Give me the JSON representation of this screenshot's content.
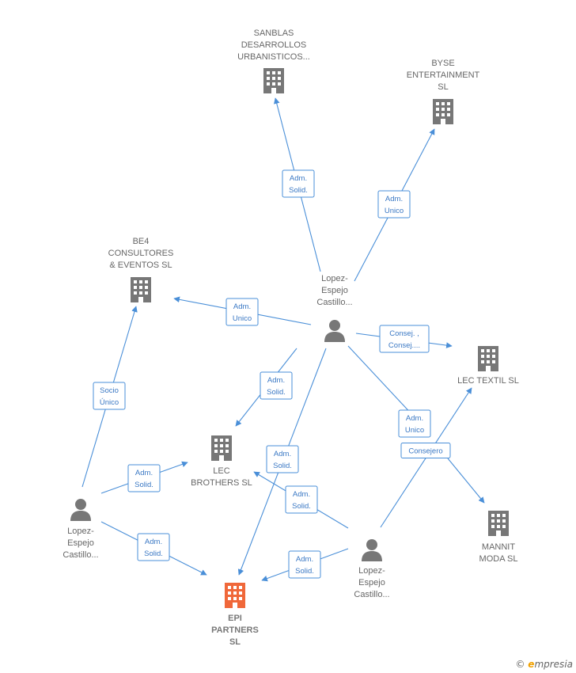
{
  "colors": {
    "edge": "#4a8fd8",
    "company": "#777777",
    "highlight_company": "#f0683a",
    "person": "#777777"
  },
  "nodes": [
    {
      "id": "sanblas",
      "type": "company",
      "label": [
        "SANBLAS",
        "DESARROLLOS",
        "URBANISTICOS..."
      ]
    },
    {
      "id": "byse",
      "type": "company",
      "label": [
        "BYSE",
        "ENTERTAINMENT",
        "SL"
      ]
    },
    {
      "id": "be4",
      "type": "company",
      "label": [
        "BE4",
        "CONSULTORES",
        "& EVENTOS  SL"
      ]
    },
    {
      "id": "lecTextil",
      "type": "company",
      "label": [
        "LEC TEXTIL  SL"
      ]
    },
    {
      "id": "lecBrothers",
      "type": "company",
      "label": [
        "LEC",
        "BROTHERS  SL"
      ]
    },
    {
      "id": "mannit",
      "type": "company",
      "label": [
        "MANNIT",
        "MODA  SL"
      ]
    },
    {
      "id": "epi",
      "type": "company-main",
      "label": [
        "EPI",
        "PARTNERS",
        "SL"
      ]
    },
    {
      "id": "personTop",
      "type": "person",
      "label": [
        "Lopez-",
        "Espejo",
        "Castillo..."
      ]
    },
    {
      "id": "personLeft",
      "type": "person",
      "label": [
        "Lopez-",
        "Espejo",
        "Castillo..."
      ]
    },
    {
      "id": "personBottom",
      "type": "person",
      "label": [
        "Lopez-",
        "Espejo",
        "Castillo..."
      ]
    }
  ],
  "edges": [
    {
      "from": "personTop",
      "to": "sanblas",
      "label": [
        "Adm.",
        "Solid."
      ]
    },
    {
      "from": "personTop",
      "to": "byse",
      "label": [
        "Adm.",
        "Unico"
      ]
    },
    {
      "from": "personTop",
      "to": "be4",
      "label": [
        "Adm.",
        "Unico"
      ]
    },
    {
      "from": "personTop",
      "to": "lecTextil",
      "label": [
        "Consej. ,",
        "Consej...."
      ]
    },
    {
      "from": "personTop",
      "to": "lecBrothers",
      "label": [
        "Adm.",
        "Solid."
      ]
    },
    {
      "from": "personTop",
      "to": "epi",
      "label": [
        "Adm.",
        "Solid."
      ]
    },
    {
      "from": "personTop",
      "to": "mannit",
      "label": [
        "Adm.",
        "Unico"
      ]
    },
    {
      "from": "personLeft",
      "to": "be4",
      "label": [
        "Socio",
        "Único"
      ]
    },
    {
      "from": "personLeft",
      "to": "lecBrothers",
      "label": [
        "Adm.",
        "Solid."
      ]
    },
    {
      "from": "personLeft",
      "to": "epi",
      "label": [
        "Adm.",
        "Solid."
      ]
    },
    {
      "from": "personBottom",
      "to": "lecBrothers",
      "label": [
        "Adm.",
        "Solid."
      ]
    },
    {
      "from": "personBottom",
      "to": "epi",
      "label": [
        "Adm.",
        "Solid."
      ]
    },
    {
      "from": "personBottom",
      "to": "lecTextil",
      "label": [
        "Consejero"
      ]
    }
  ],
  "footer": {
    "copyright_symbol": "©",
    "brand_initial": "e",
    "brand_rest": "mpresia"
  }
}
